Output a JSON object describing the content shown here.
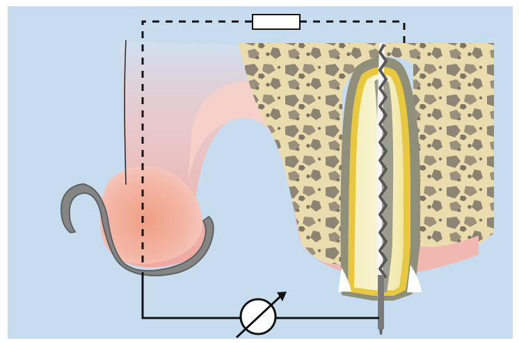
{
  "figure": {
    "kind": "schematic illustration",
    "labels": []
  },
  "colors": {
    "background": "#c8dcf0",
    "frame": "#ffffff",
    "bone": "#ecdcb0",
    "bone_pore": "#8f8672",
    "gingiva": "#f0b8b0",
    "soft_tissue": "#f3a89b",
    "root_dentin": "#f5eeb8",
    "canal_wall": "#8f8f7a",
    "periodontal_ligament": "#e8c840",
    "lip_clip": "#858585",
    "wire": "#111111",
    "instrument": "#7a7a7a"
  },
  "icons": {
    "resistor": "rectangle-resistor-symbol",
    "meter": "variable-meter-symbol",
    "file": "endodontic-file-icon",
    "lip_clip": "lip-clip-icon"
  }
}
